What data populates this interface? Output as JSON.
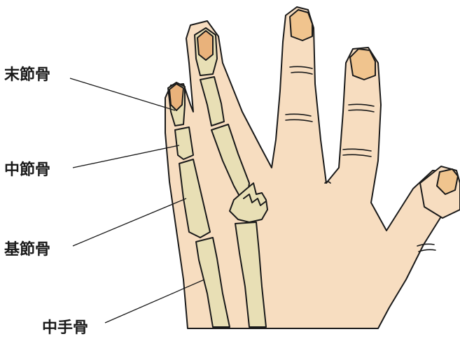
{
  "labels": {
    "distal_phalanx": "末節骨",
    "middle_phalanx": "中節骨",
    "proximal_phalanx": "基節骨",
    "metacarpal": "中手骨"
  },
  "colors": {
    "skin": "#f7ddc0",
    "nail": "#f0c48e",
    "bone": "#e8dfb5",
    "bone_tip": "#e9b27b",
    "outline": "#1a1a1a"
  }
}
